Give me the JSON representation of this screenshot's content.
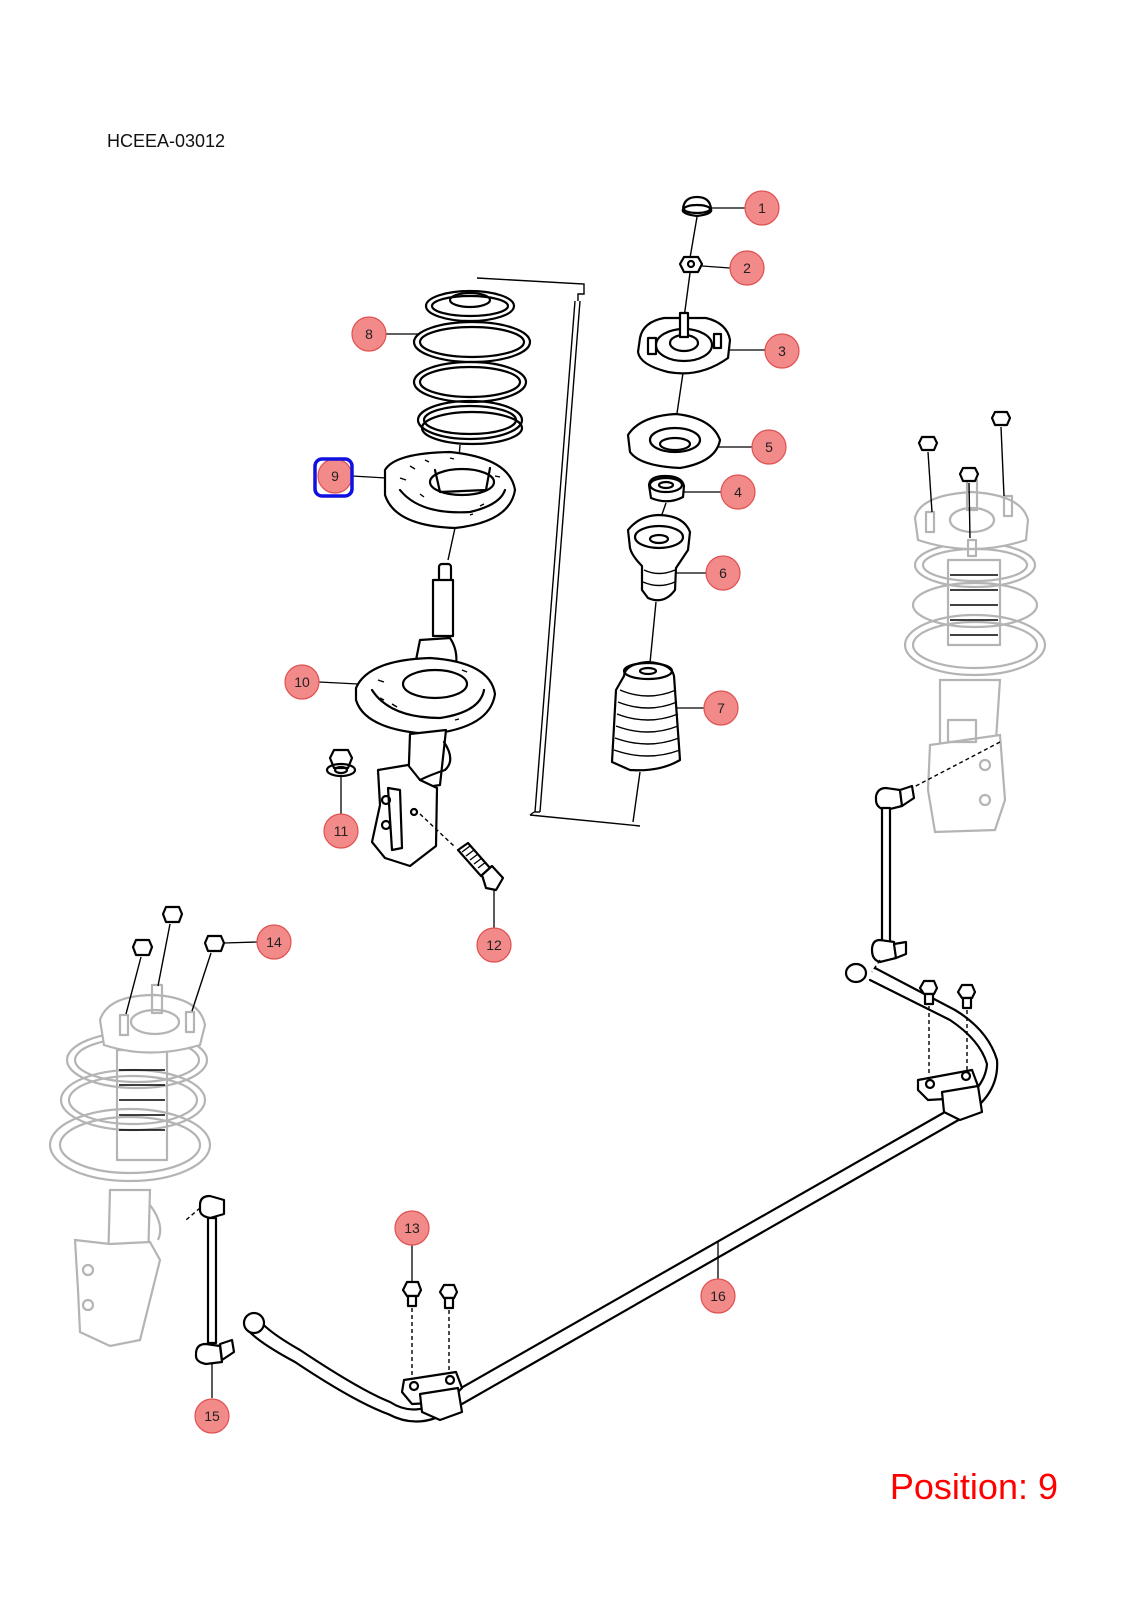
{
  "diagram_code": "HCEEA-03012",
  "position_text": "Position: 9",
  "selected_callout": "9",
  "colors": {
    "callout_fill": "#f28a8a",
    "selection_outline": "#1010e0",
    "position_text": "#ff0000"
  },
  "callouts": [
    {
      "id": "1",
      "label": "1"
    },
    {
      "id": "2",
      "label": "2"
    },
    {
      "id": "3",
      "label": "3"
    },
    {
      "id": "4",
      "label": "4"
    },
    {
      "id": "5",
      "label": "5"
    },
    {
      "id": "6",
      "label": "6"
    },
    {
      "id": "7",
      "label": "7"
    },
    {
      "id": "8",
      "label": "8"
    },
    {
      "id": "9",
      "label": "9"
    },
    {
      "id": "10",
      "label": "10"
    },
    {
      "id": "11",
      "label": "11"
    },
    {
      "id": "12",
      "label": "12"
    },
    {
      "id": "13",
      "label": "13"
    },
    {
      "id": "14",
      "label": "14"
    },
    {
      "id": "15",
      "label": "15"
    },
    {
      "id": "16",
      "label": "16"
    }
  ]
}
